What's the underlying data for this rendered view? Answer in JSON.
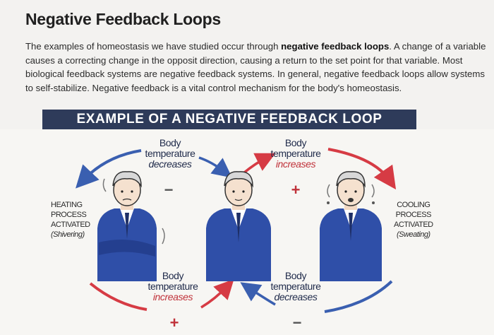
{
  "title": "Negative Feedback Loops",
  "intro": {
    "part1": "The examples of homeostasis we have studied occur through ",
    "bold": "negative feedback loops",
    "part2": ". A change of a variable causes a correcting change in the opposit direction, causing a return to the set point for that variable. Most biological feedback systems are negative feedback systems. In general, negative feedback loops allow systems to self-stabilize. Negative feedback is a vital control mechanism for the body's homeostasis."
  },
  "banner": "EXAMPLE OF A NEGATIVE FEEDBACK LOOP",
  "labels": {
    "top_left": {
      "l1": "Body",
      "l2": "temperature",
      "verb": "decreases",
      "sign": "−"
    },
    "top_right": {
      "l1": "Body",
      "l2": "temperature",
      "verb": "increases",
      "sign": "+"
    },
    "bottom_left": {
      "l1": "Body",
      "l2": "temperature",
      "verb": "increases",
      "sign": "+"
    },
    "bottom_right": {
      "l1": "Body",
      "l2": "temperature",
      "verb": "decreases",
      "sign": "−"
    }
  },
  "left_process": {
    "l1": "HEATING",
    "l2": "PROCESS",
    "l3": "ACTIVATED",
    "l4": "(Shivering)"
  },
  "right_process": {
    "l1": "COOLING",
    "l2": "PROCESS",
    "l3": "ACTIVATED",
    "l4": "(Sweating)"
  },
  "colors": {
    "suit": "#2f4fa8",
    "red_arrow": "#d63b44",
    "blue_arrow": "#3a5fb0",
    "banner": "#2e3b5a"
  }
}
